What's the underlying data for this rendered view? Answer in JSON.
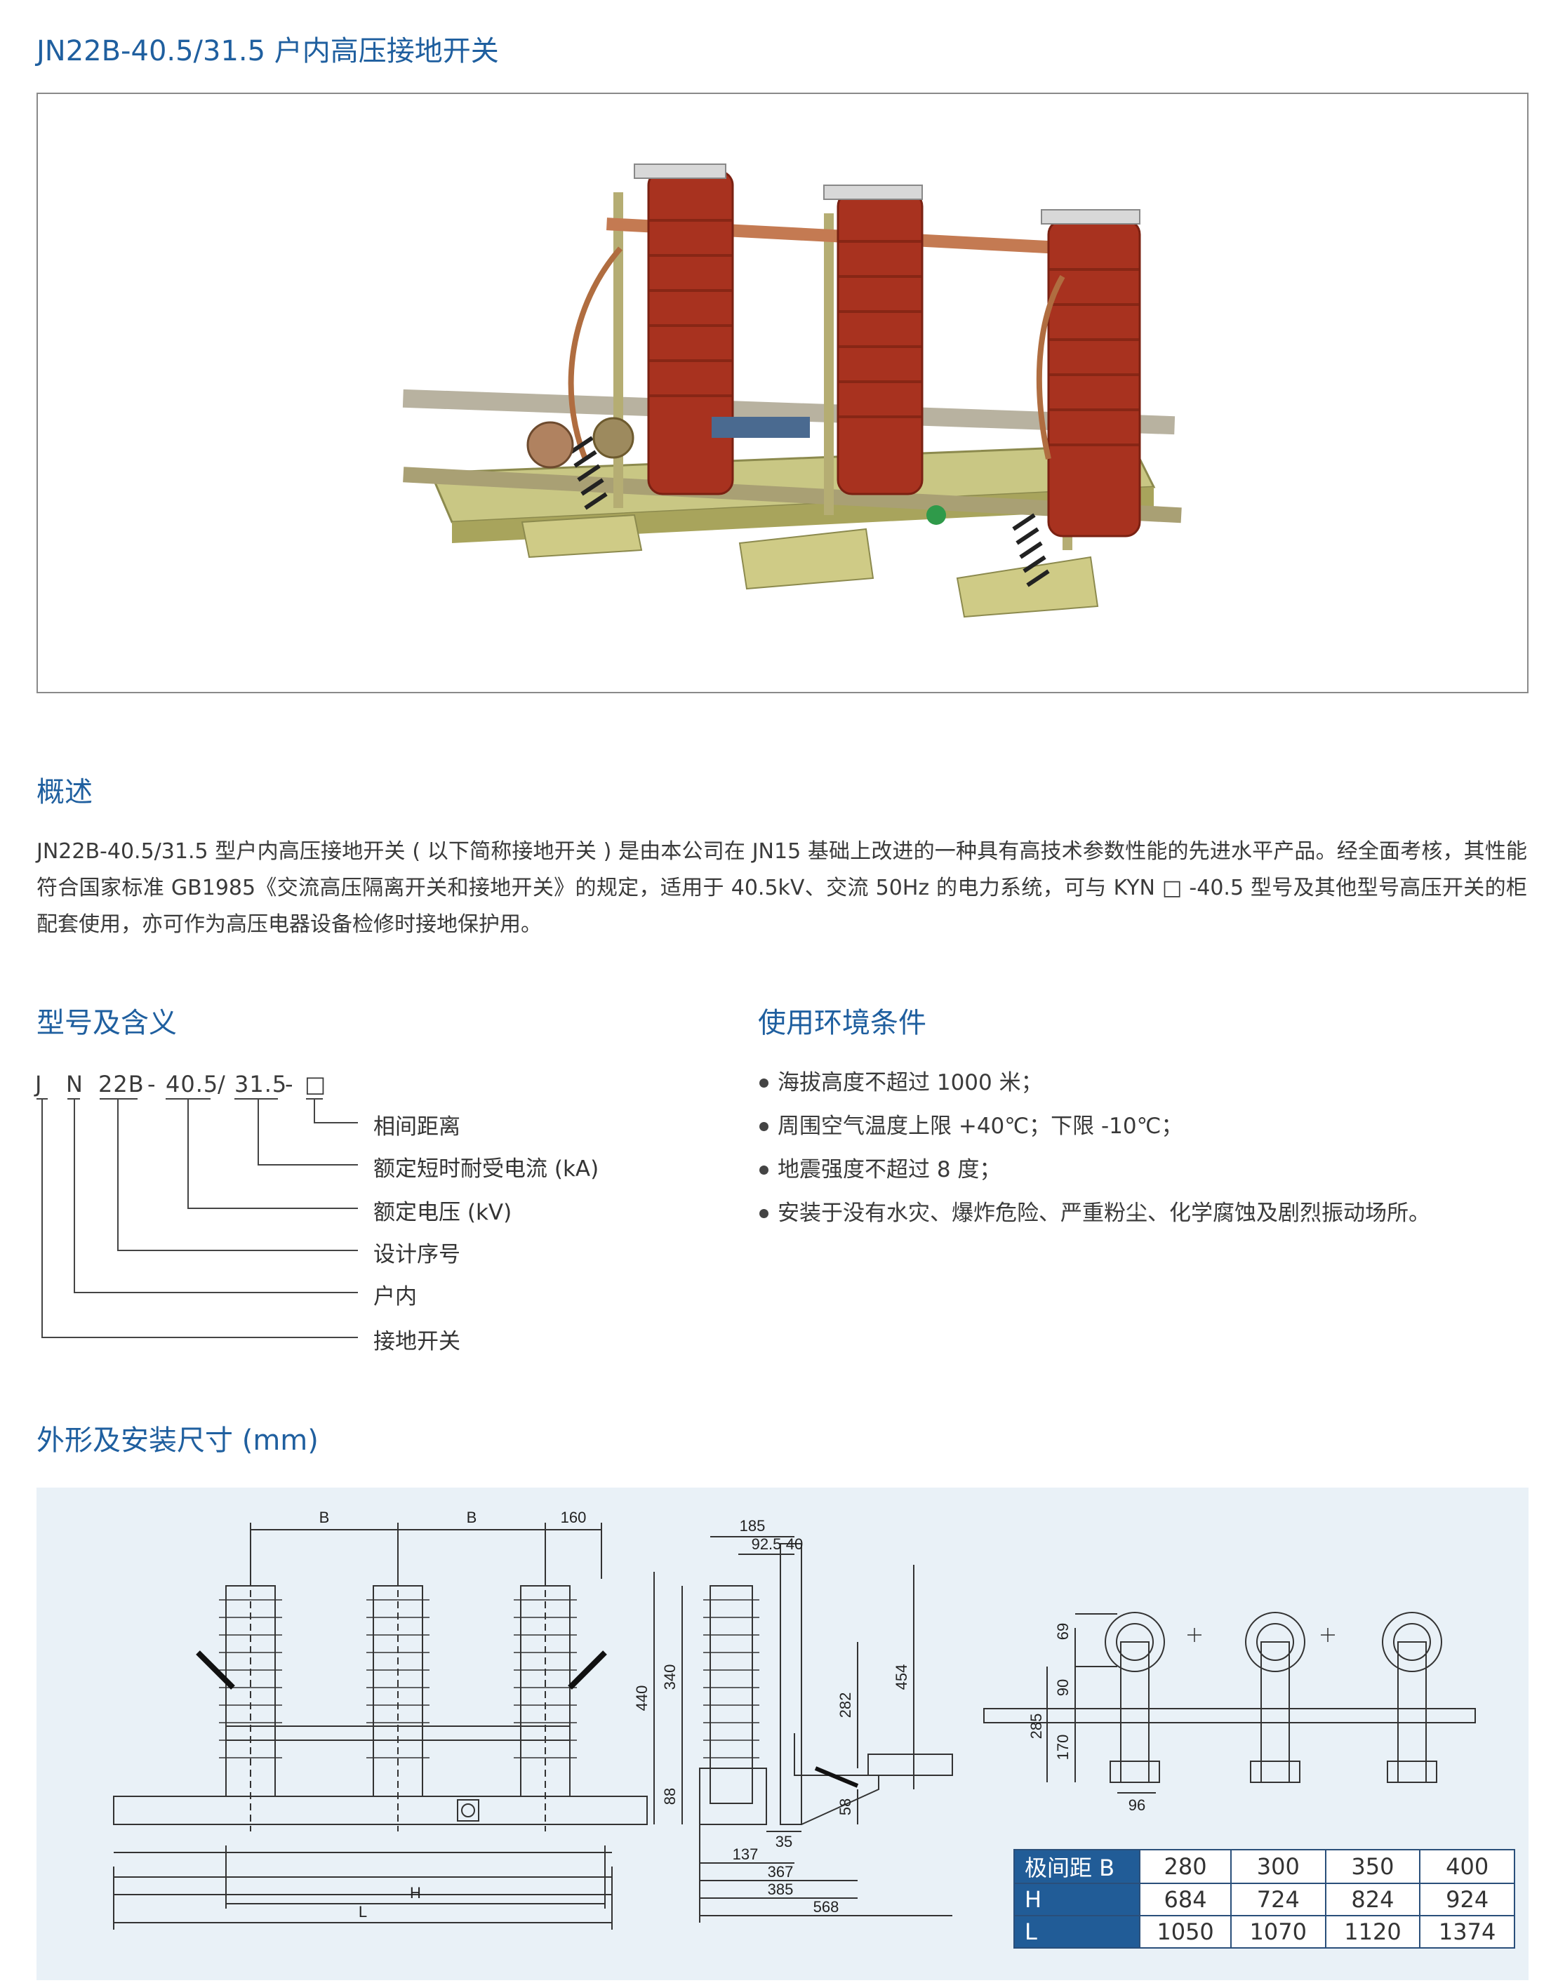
{
  "page": {
    "title": "JN22B-40.5/31.5 户内高压接地开关"
  },
  "overview": {
    "heading": "概述",
    "text": "JN22B-40.5/31.5 型户内高压接地开关 ( 以下简称接地开关 ) 是由本公司在 JN15 基础上改进的一种具有高技术参数性能的先进水平产品。经全面考核，其性能符合国家标准 GB1985《交流高压隔离开关和接地开关》的规定，适用于 40.5kV、交流 50Hz 的电力系统，可与 KYN □ -40.5 型号及其他型号高压开关的柜配套使用，亦可作为高压电器设备检修时接地保护用。"
  },
  "model": {
    "heading": "型号及含义",
    "code": {
      "j": "J",
      "n": "N",
      "design": "22B",
      "dash1": "-",
      "voltage": "40.5",
      "slash": "/",
      "current": "31.5",
      "dash2": "-",
      "box": "□"
    },
    "meanings": [
      "相间距离",
      "额定短时耐受电流 (kA)",
      "额定电压 (kV)",
      "设计序号",
      "户内",
      "接地开关"
    ]
  },
  "environment": {
    "heading": "使用环境条件",
    "items": [
      "海拔高度不超过 1000 米；",
      "周围空气温度上限 +40℃；下限 -10℃；",
      "地震强度不超过 8 度；",
      "安装于没有水灾、爆炸危险、严重粉尘、化学腐蚀及剧烈振动场所。"
    ]
  },
  "dimensions": {
    "heading": "外形及安装尺寸 (mm)",
    "front_labels": {
      "b1": "B",
      "b2": "B",
      "w160": "160",
      "h": "H",
      "l": "L"
    },
    "side_labels": {
      "d185": "185",
      "d92": "92.5",
      "d40": "40",
      "d440": "440",
      "d340": "340",
      "d88": "88",
      "d282": "282",
      "d454": "454",
      "d58": "58",
      "d35": "35",
      "d137": "137",
      "d367": "367",
      "d385": "385",
      "d568": "568"
    },
    "top_labels": {
      "d69": "69",
      "d90": "90",
      "d170": "170",
      "d285": "285",
      "d96": "96"
    },
    "table": {
      "rows": [
        {
          "label": "极间距 B",
          "values": [
            "280",
            "300",
            "350",
            "400"
          ]
        },
        {
          "label": "H",
          "values": [
            "684",
            "724",
            "824",
            "924"
          ]
        },
        {
          "label": "L",
          "values": [
            "1050",
            "1070",
            "1120",
            "1374"
          ]
        }
      ]
    }
  },
  "colors": {
    "heading_blue": "#1f5f9f",
    "insulator_red": "#a8321f",
    "panel_bg": "#e9f1f7",
    "table_header": "#215c97"
  }
}
